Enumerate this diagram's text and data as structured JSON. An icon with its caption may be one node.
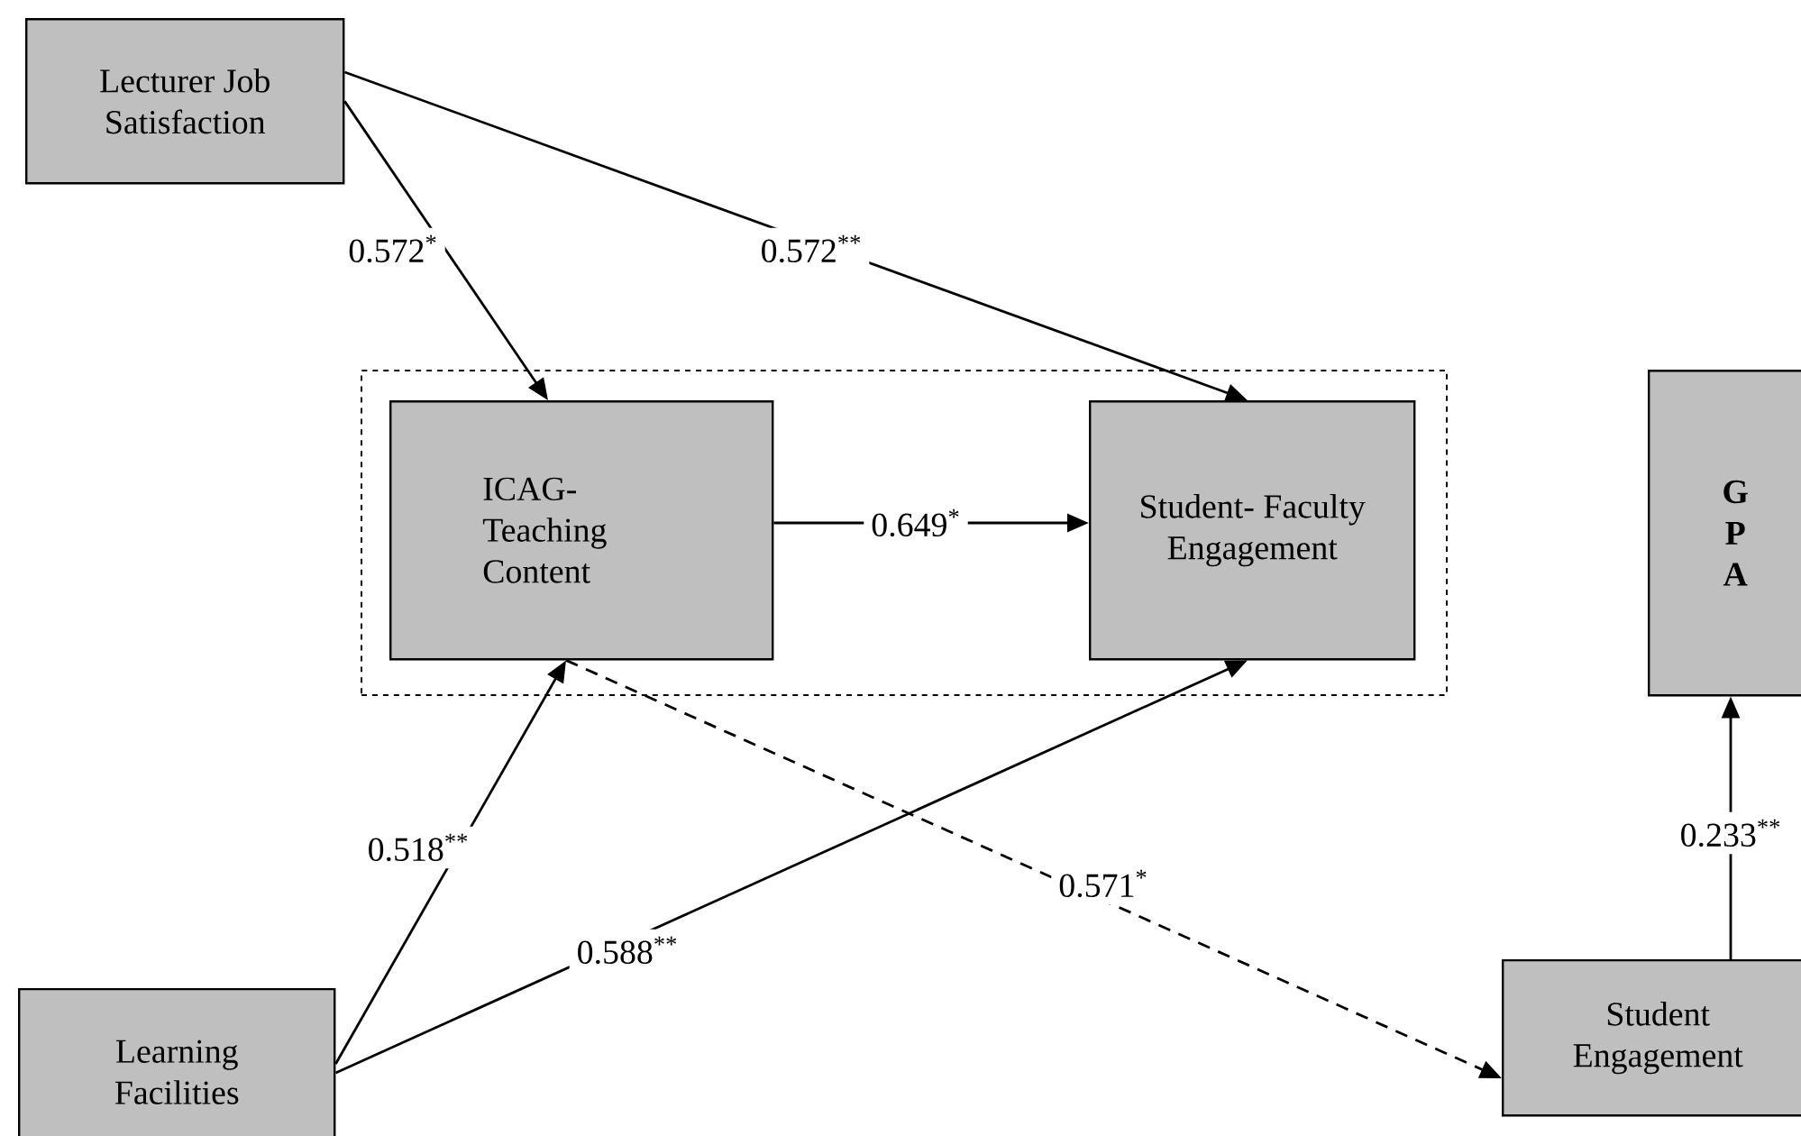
{
  "diagram": {
    "nodes": [
      {
        "text": [
          "Lecturer Job Satisfaction"
        ]
      },
      {
        "text": [],
        "shape": "box"
      },
      {
        "text": [
          "ICAG- Teaching Content"
        ],
        "in": 1
      },
      {
        "text": [
          "Student- Faculty Engagement"
        ],
        "in": 1
      },
      {
        "text": [
          "G P A"
        ]
      },
      {
        "text": [
          "Learning Facilities"
        ]
      },
      {
        "text": [
          "Student Engagement"
        ]
      }
    ],
    "edges": [
      {
        "from": 0,
        "to": 2,
        "arrow": "to",
        "label": "0.572$^{*}$"
      },
      {
        "from": 0,
        "to": 3,
        "arrow": "to",
        "label": "0.572$^{**}$"
      },
      {
        "from": 2,
        "to": 3,
        "arrow": "to",
        "label": "0.649$^{*}$"
      },
      {
        "from": 5,
        "to": 2,
        "arrow": "to",
        "label": "0.518$^{**}$"
      },
      {
        "from": 5,
        "to": 3,
        "arrow": "to",
        "label": "0.588$^{**}$"
      },
      {
        "from": 2,
        "to": 6,
        "arrow": "to",
        "label": "0.571$^{*}$",
        "style": "dashed"
      },
      {
        "from": 6,
        "to": 4,
        "arrow": "to",
        "label": "0.233$^{**}$"
      }
    ]
  }
}
